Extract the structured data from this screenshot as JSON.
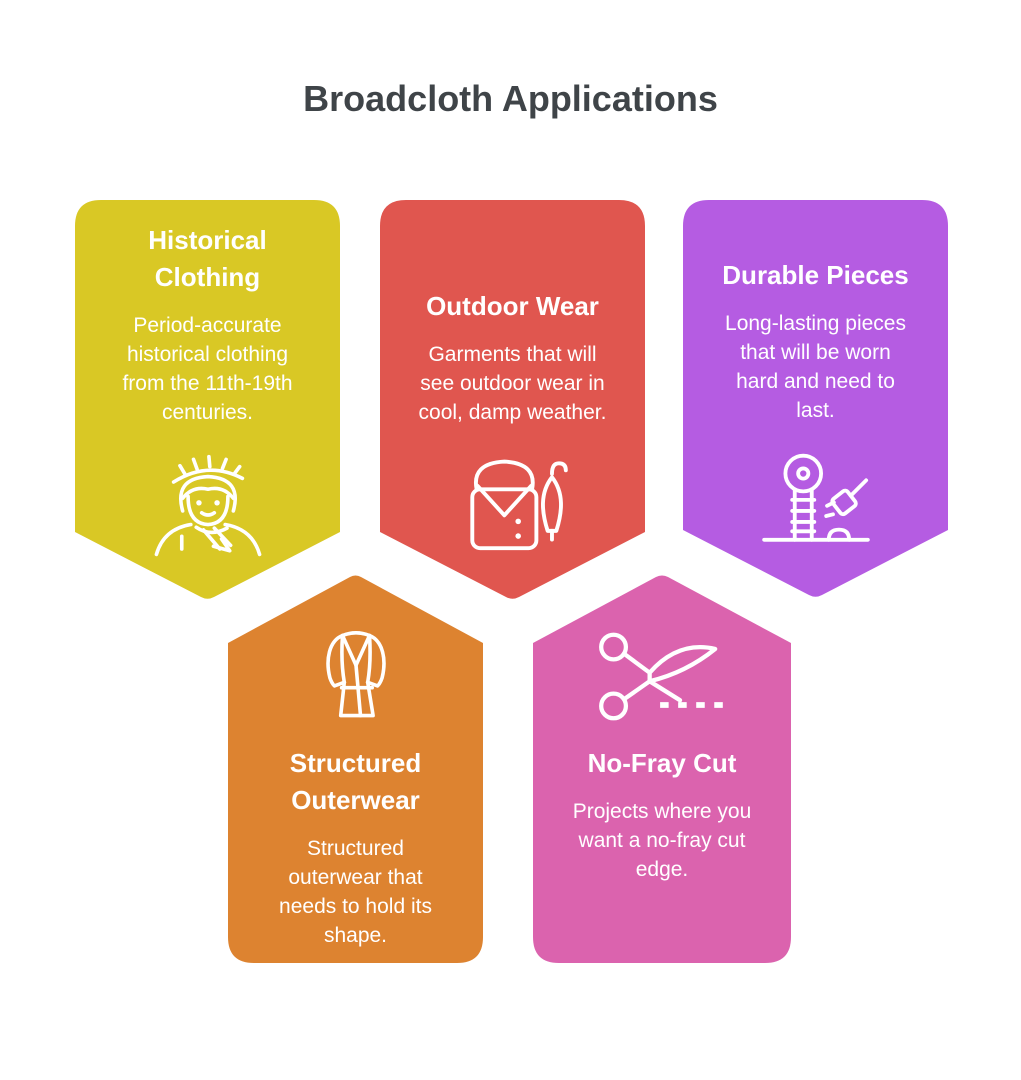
{
  "title": "Broadcloth Applications",
  "title_color": "#3f4448",
  "text_color": "#ffffff",
  "background": "#ffffff",
  "cards": [
    {
      "id": "historical-clothing",
      "title": "Historical Clothing",
      "body": "Period-accurate historical clothing from the 11th-19th centuries.",
      "color": "#d9c825",
      "icon": "laurel-woman-icon",
      "shape": "point-down"
    },
    {
      "id": "outdoor-wear",
      "title": "Outdoor Wear",
      "body": "Garments that will see outdoor wear in cool, damp weather.",
      "color": "#e0564f",
      "icon": "raincoat-umbrella-icon",
      "shape": "point-down"
    },
    {
      "id": "durable-pieces",
      "title": "Durable Pieces",
      "body": "Long-lasting pieces that will be worn hard and need to last.",
      "color": "#b55ce2",
      "icon": "strength-tester-icon",
      "shape": "point-down"
    },
    {
      "id": "structured-outerwear",
      "title": "Structured Outerwear",
      "body": "Structured outerwear that needs to hold its shape.",
      "color": "#dd8330",
      "icon": "coat-icon",
      "shape": "point-up"
    },
    {
      "id": "no-fray-cut",
      "title": "No-Fray Cut",
      "body": "Projects where you want a no-fray cut edge.",
      "color": "#db63ae",
      "icon": "scissors-icon",
      "shape": "point-up"
    }
  ]
}
